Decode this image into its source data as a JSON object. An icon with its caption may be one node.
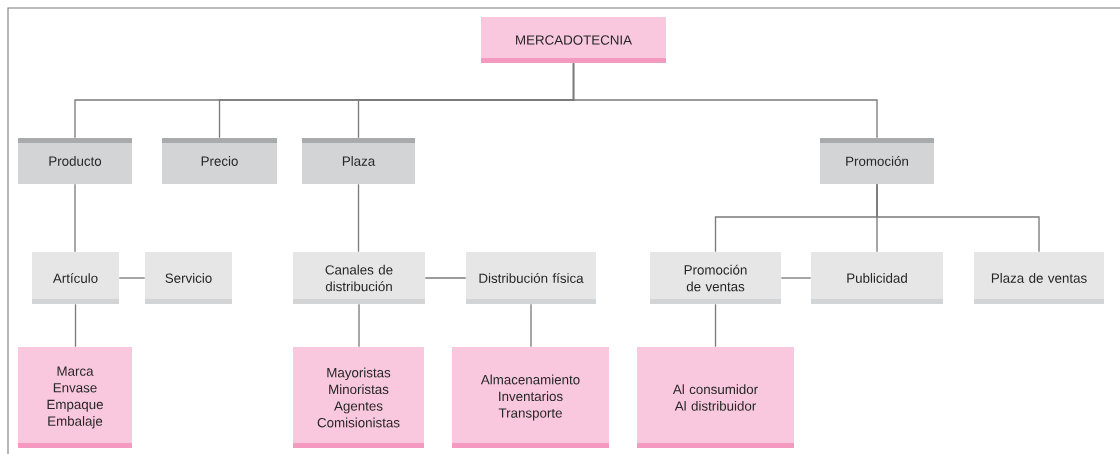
{
  "diagram": {
    "nodes": [
      {
        "text": [
          "MERCADOTECNIA"
        ]
      },
      {
        "text": [
          "Producto"
        ]
      },
      {
        "text": [
          "Precio"
        ]
      },
      {
        "text": [
          "Plaza"
        ]
      },
      {
        "text": [
          "Promoción"
        ]
      },
      {
        "text": [
          "Artículo"
        ]
      },
      {
        "text": [
          "Servicio"
        ]
      },
      {
        "text": [
          "Canales de distribución"
        ]
      },
      {
        "text": [
          "Distribución física"
        ]
      },
      {
        "text": [
          "Promoción de ventas"
        ]
      },
      {
        "text": [
          "Publicidad"
        ]
      },
      {
        "text": [
          "Plaza de ventas"
        ]
      },
      {
        "text": [
          "Marca",
          "Envase",
          "Empaque",
          "Embalaje"
        ]
      },
      {
        "text": [
          "Mayoristas",
          "Minoristas",
          "Agentes",
          "Comisionistas"
        ]
      },
      {
        "text": [
          "Almacenamiento",
          "Inventarios",
          "Transporte"
        ]
      },
      {
        "text": [
          "Al consumidor",
          "Al distribuidor"
        ]
      }
    ],
    "edges": [
      {
        "from": 0,
        "to": 1,
        "arrow": "none"
      },
      {
        "from": 0,
        "to": 2,
        "arrow": "none"
      },
      {
        "from": 0,
        "to": 3,
        "arrow": "none"
      },
      {
        "from": 0,
        "to": 4,
        "arrow": "none"
      },
      {
        "from": 1,
        "to": 5,
        "arrow": "none"
      },
      {
        "from": 5,
        "to": 6,
        "arrow": "none"
      },
      {
        "from": 5,
        "to": 12,
        "arrow": "none"
      },
      {
        "from": 3,
        "to": 7,
        "arrow": "none"
      },
      {
        "from": 7,
        "to": 8,
        "arrow": "none"
      },
      {
        "from": 7,
        "to": 13,
        "arrow": "none"
      },
      {
        "from": 8,
        "to": 14,
        "arrow": "none"
      },
      {
        "from": 4,
        "to": 9,
        "arrow": "none"
      },
      {
        "from": 4,
        "to": 10,
        "arrow": "none"
      },
      {
        "from": 4,
        "to": 11,
        "arrow": "none"
      },
      {
        "from": 9,
        "to": 10,
        "arrow": "none"
      },
      {
        "from": 9,
        "to": 15,
        "arrow": "none"
      }
    ]
  }
}
